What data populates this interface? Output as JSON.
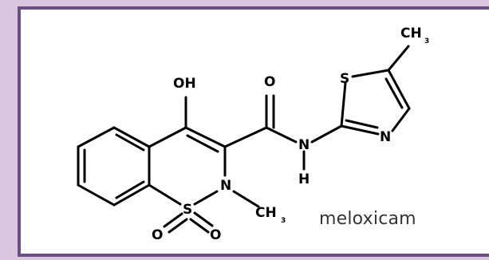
{
  "atoms": {
    "hydroxyl": "OH",
    "carbonyl_oxygen": "O",
    "thiazole_sulfur": "S",
    "methyl_carbon": "CH",
    "methyl_subscript": "3",
    "thiazole_nitrogen": "N",
    "amide_nitrogen": "N",
    "amide_hydrogen": "H",
    "ring_nitrogen": "N",
    "sulfonyl_sulfur": "S",
    "n_methyl_carbon": "CH",
    "n_methyl_subscript": "3",
    "sulfonyl_oxygen_left": "O",
    "sulfonyl_oxygen_right": "O"
  },
  "label": {
    "compound_name": "meloxicam"
  },
  "colors": {
    "background": "#d9c7e0",
    "border": "#6b4f85",
    "panel": "#ffffff",
    "ink": "#000000",
    "name_text": "#333333"
  }
}
